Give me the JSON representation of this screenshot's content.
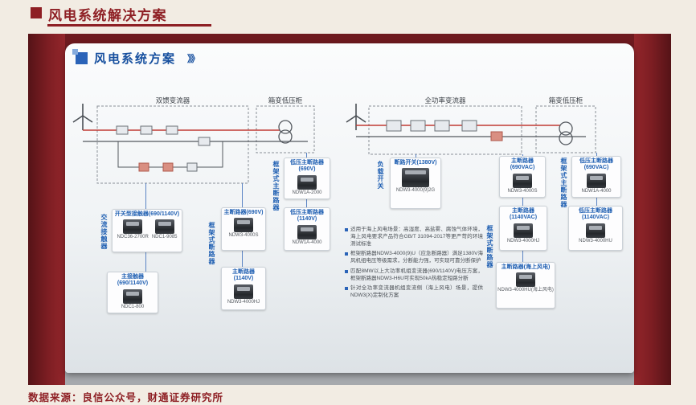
{
  "header": {
    "title": "风电系统解决方案"
  },
  "footer": {
    "source": "数据来源：良信公众号，财通证券研究所"
  },
  "board": {
    "title": "风电系统方案",
    "arrows": "》》",
    "left": {
      "converter_label": "双馈变流器",
      "cabinet_label": "箱变低压柜",
      "ac_contactor_vlabel": "交流接触器",
      "switch_contactor_label": "开关型接触器(690/1140V)",
      "switch_contactor_models": [
        "NDC36-2700R",
        "NDC1-9085"
      ],
      "main_contactor_label": "主接触器(690/1140V)",
      "main_contactor_model": "NDC1-800",
      "frame_breaker_vlabel": "框架式断路器",
      "breaker_690_label": "主断路器(690V)",
      "breaker_690_model": "NDW3-4000S",
      "breaker_1140_label": "主断路器(1140V)",
      "breaker_1140_model": "NDW3-4000HJ",
      "frame_main_breaker_vlabel": "框架式主断路器",
      "lv_breaker_690_label": "低压主断路器(690V)",
      "lv_breaker_690_model": "NDW1A-2000",
      "lv_breaker_1140_label": "低压主断路器(1140V)",
      "lv_breaker_1140_model": "NDW1A-4000"
    },
    "right": {
      "converter_label": "全功率变流器",
      "cabinet_label": "箱变低压柜",
      "load_switch_vlabel": "负载开关",
      "load_switch_label": "断路开关(1380V)",
      "load_switch_model": "NDW3-4000(9)2G",
      "frame_breaker_vlabel": "框架式断路器",
      "breaker_690_label": "主断路器(690VAC)",
      "breaker_690_model": "NDW3-4000S",
      "breaker_1140_label": "主断路器(1140VAC)",
      "breaker_1140_model": "NDW3-4000HJ",
      "offshore_breaker_label": "主断路器(海上风电)",
      "offshore_breaker_model": "NDW3-4000HU(海上风电)",
      "frame_main_breaker_vlabel": "框架式主断路器",
      "lv_breaker_690_label": "低压主断路器(690VAC)",
      "lv_breaker_690_model": "NDW1A-4000",
      "lv_breaker_1140_label": "低压主断路器(1140VAC)",
      "lv_breaker_1140_model": "NDW3-4000HU",
      "notes": [
        "适用于海上风电场景：高湿度、高盐雾、腐蚀气体环境，海上风电要求产品符合GB/T 31094-2017等更严苛的环境测试标准",
        "框架断路器NDW3-4000(9)U（应急断路器）满足1380V海风机组电压等级需求，分断能力强，可实现可靠分断保护",
        "匹配8MW以上大功率机组变流器(690/1140V)电压方案，框架断路器NDW3-H6U可实现50kA热稳定短路分断",
        "针对全功率变流器机组变流侧（海上风电）场景，提供NDW3(X)定制化方案"
      ]
    }
  }
}
